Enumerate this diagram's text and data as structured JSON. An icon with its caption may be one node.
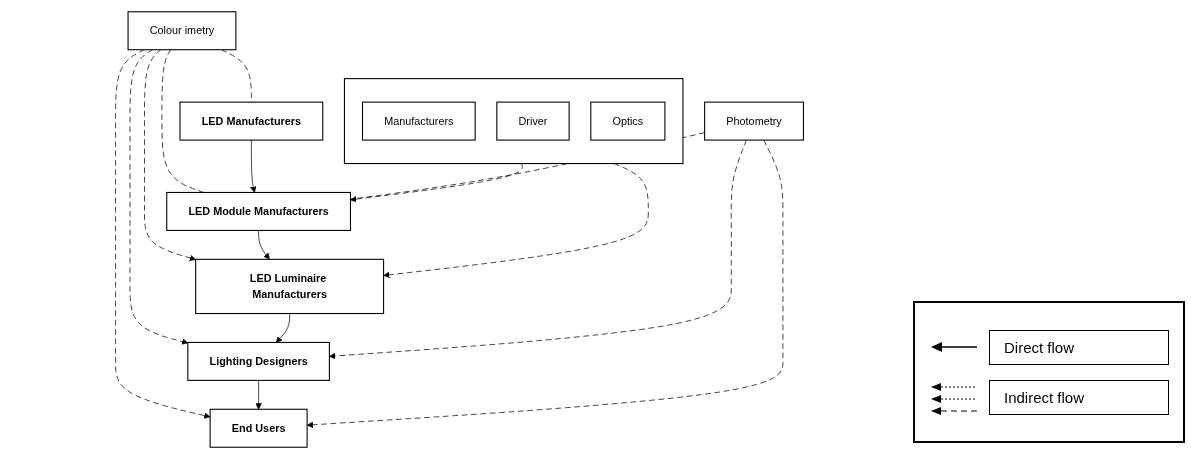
{
  "diagram": {
    "nodes": [
      {
        "text": [
          "Colour imetry"
        ]
      },
      {
        "text": [
          "LED Manufacturers"
        ]
      },
      {
        "text": [
          "LED Module Manufacturers"
        ]
      },
      {
        "text": [
          "LED Luminaire Manufacturers"
        ]
      },
      {
        "text": [
          "Lighting Designers"
        ]
      },
      {
        "text": [
          "End Users"
        ]
      },
      {
        "text": [
          "Photometry"
        ]
      },
      {
        "text": [],
        "shape": "box"
      },
      {
        "text": [
          "Manufacturers"
        ],
        "in": 7
      },
      {
        "text": [
          "Driver"
        ],
        "in": 7
      },
      {
        "text": [
          "Optics"
        ],
        "in": 7
      }
    ],
    "edges": [
      {
        "from": 0,
        "to": 1,
        "arrow": "none",
        "style": "dashed"
      },
      {
        "from": 0,
        "to": 2,
        "arrow": "none",
        "style": "dashed"
      },
      {
        "from": 0,
        "to": 3,
        "arrow": "to",
        "style": "dashed"
      },
      {
        "from": 0,
        "to": 4,
        "arrow": "to",
        "style": "dashed"
      },
      {
        "from": 0,
        "to": 5,
        "arrow": "to",
        "style": "dashed"
      },
      {
        "from": 1,
        "to": 2,
        "arrow": "to"
      },
      {
        "from": 2,
        "to": 3,
        "arrow": "to"
      },
      {
        "from": 3,
        "to": 4,
        "arrow": "to"
      },
      {
        "from": 4,
        "to": 5,
        "arrow": "to"
      },
      {
        "from": 7,
        "to": 2,
        "arrow": "to",
        "style": "dashed"
      },
      {
        "from": 7,
        "to": 3,
        "arrow": "to",
        "style": "dashed"
      },
      {
        "from": 6,
        "to": 2,
        "arrow": "none",
        "style": "dashed"
      },
      {
        "from": 6,
        "to": 4,
        "arrow": "to",
        "style": "dashed"
      },
      {
        "from": 6,
        "to": 5,
        "arrow": "to",
        "style": "dashed"
      }
    ],
    "legend": [
      {
        "text": "Direct flow"
      },
      {
        "text": "Indirect flow"
      }
    ]
  }
}
